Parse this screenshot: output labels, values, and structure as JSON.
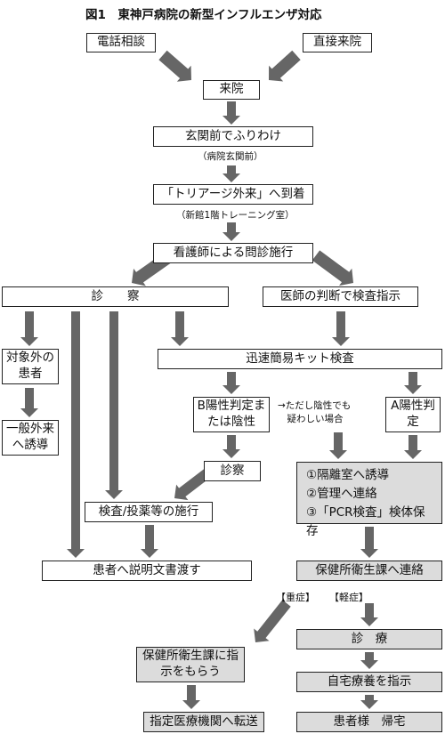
{
  "title": "図1　東神戸病院の新型インフルエンザ対応",
  "nodes": {
    "phone": "電話相談",
    "direct": "直接来院",
    "arrival": "来院",
    "sorting": "玄関前でふりわけ",
    "sorting_note": "（病院玄関前）",
    "triage": "「トリアージ外来」へ到着",
    "triage_note": "（新館1階トレーニング室）",
    "nurse": "看護師による問診施行",
    "exam": "診　　察",
    "doctor": "医師の判断で検査指示",
    "not_target": "対象外の患者",
    "general": "一般外来へ誘導",
    "rapid_kit": "迅速簡易キット検査",
    "b_positive": "B陽性判定または陰性",
    "note_suspicious": "→ただし陰性でも\n　疑わしい場合",
    "a_positive": "A陽性判定",
    "exam2": "診察",
    "test_med": "検査/投薬等の施行",
    "steps": [
      "①隔離室へ誘導",
      "②管理へ連絡",
      "③「PCR検査」検体保存"
    ],
    "explain": "患者へ説明文書渡す",
    "health_contact": "保健所衛生課へ連絡",
    "severe": "【重症】",
    "mild": "【軽症】",
    "instruction": "保健所衛生課に指示をもらう",
    "mild_treat": "診　療",
    "home_care": "自宅療養を指示",
    "transfer": "指定医療機関へ転送",
    "go_home": "患者様　帰宅"
  }
}
